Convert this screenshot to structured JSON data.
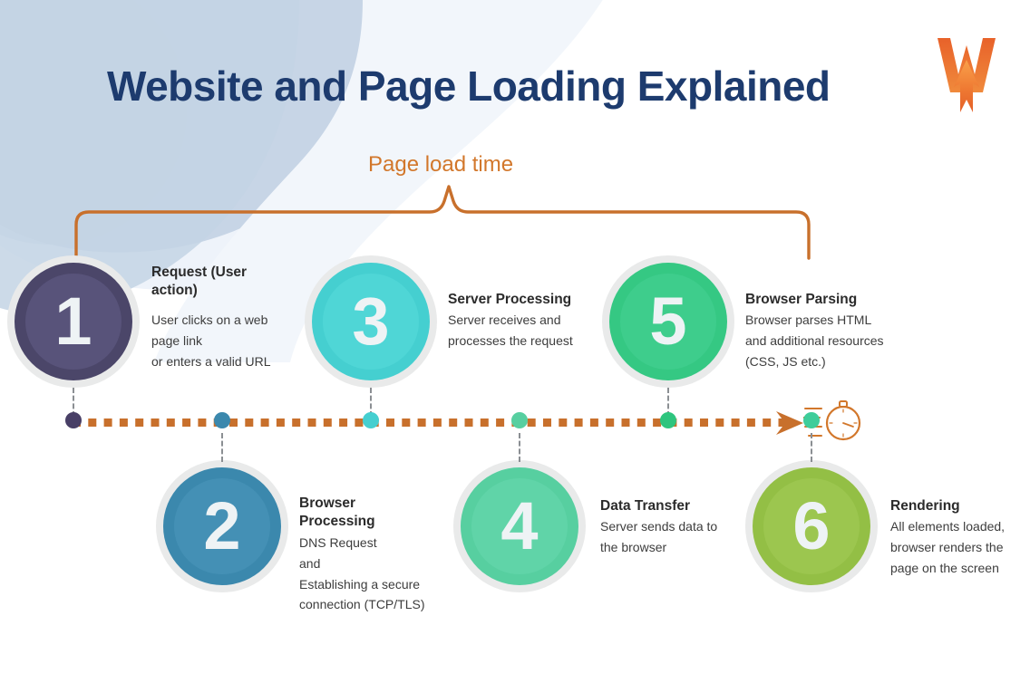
{
  "page": {
    "title": "Website and Page Loading Explained",
    "title_color": "#1d3b6e",
    "background_color": "#ffffff",
    "accent_color": "#d2772b",
    "logo_name": "wp-rocket-logo"
  },
  "annotation": {
    "bracket_label": "Page load time",
    "bracket_label_color": "#d2772b",
    "timeline_color": "#c8702c",
    "stopwatch_icon": "stopwatch-icon"
  },
  "steps": [
    {
      "number": "1",
      "heading": "Request (User\naction)",
      "body": "User clicks on a web\npage link\nor enters a valid URL",
      "color_outer": "#4b4669",
      "color_inner": "#58537a",
      "node_color": "#483f66",
      "row": "top"
    },
    {
      "number": "2",
      "heading": "Browser\nProcessing",
      "body": "DNS Request\nand\nEstablishing a secure\nconnection (TCP/TLS)",
      "color_outer": "#3b88ad",
      "color_inner": "#4490b5",
      "node_color": "#3b88ad",
      "row": "bottom"
    },
    {
      "number": "3",
      "heading": "Server Processing",
      "body": "Server receives and\nprocesses the request",
      "color_outer": "#45cfd0",
      "color_inner": "#4fd6d6",
      "node_color": "#45cfd0",
      "row": "top"
    },
    {
      "number": "4",
      "heading": "Data Transfer",
      "body": "Server sends data to\nthe browser",
      "color_outer": "#57cfa0",
      "color_inner": "#60d4a8",
      "node_color": "#57cfa0",
      "row": "bottom"
    },
    {
      "number": "5",
      "heading": "Browser Parsing",
      "body": "Browser parses HTML\nand additional resources\n(CSS, JS etc.)",
      "color_outer": "#35c883",
      "color_inner": "#3ecd8c",
      "node_color": "#2ec57e",
      "row": "top"
    },
    {
      "number": "6",
      "heading": "Rendering",
      "body": "All elements loaded,\nbrowser renders the\npage on the screen",
      "color_outer": "#93bf45",
      "color_inner": "#9cc64f",
      "node_color": "#93bf45",
      "row": "bottom"
    }
  ]
}
